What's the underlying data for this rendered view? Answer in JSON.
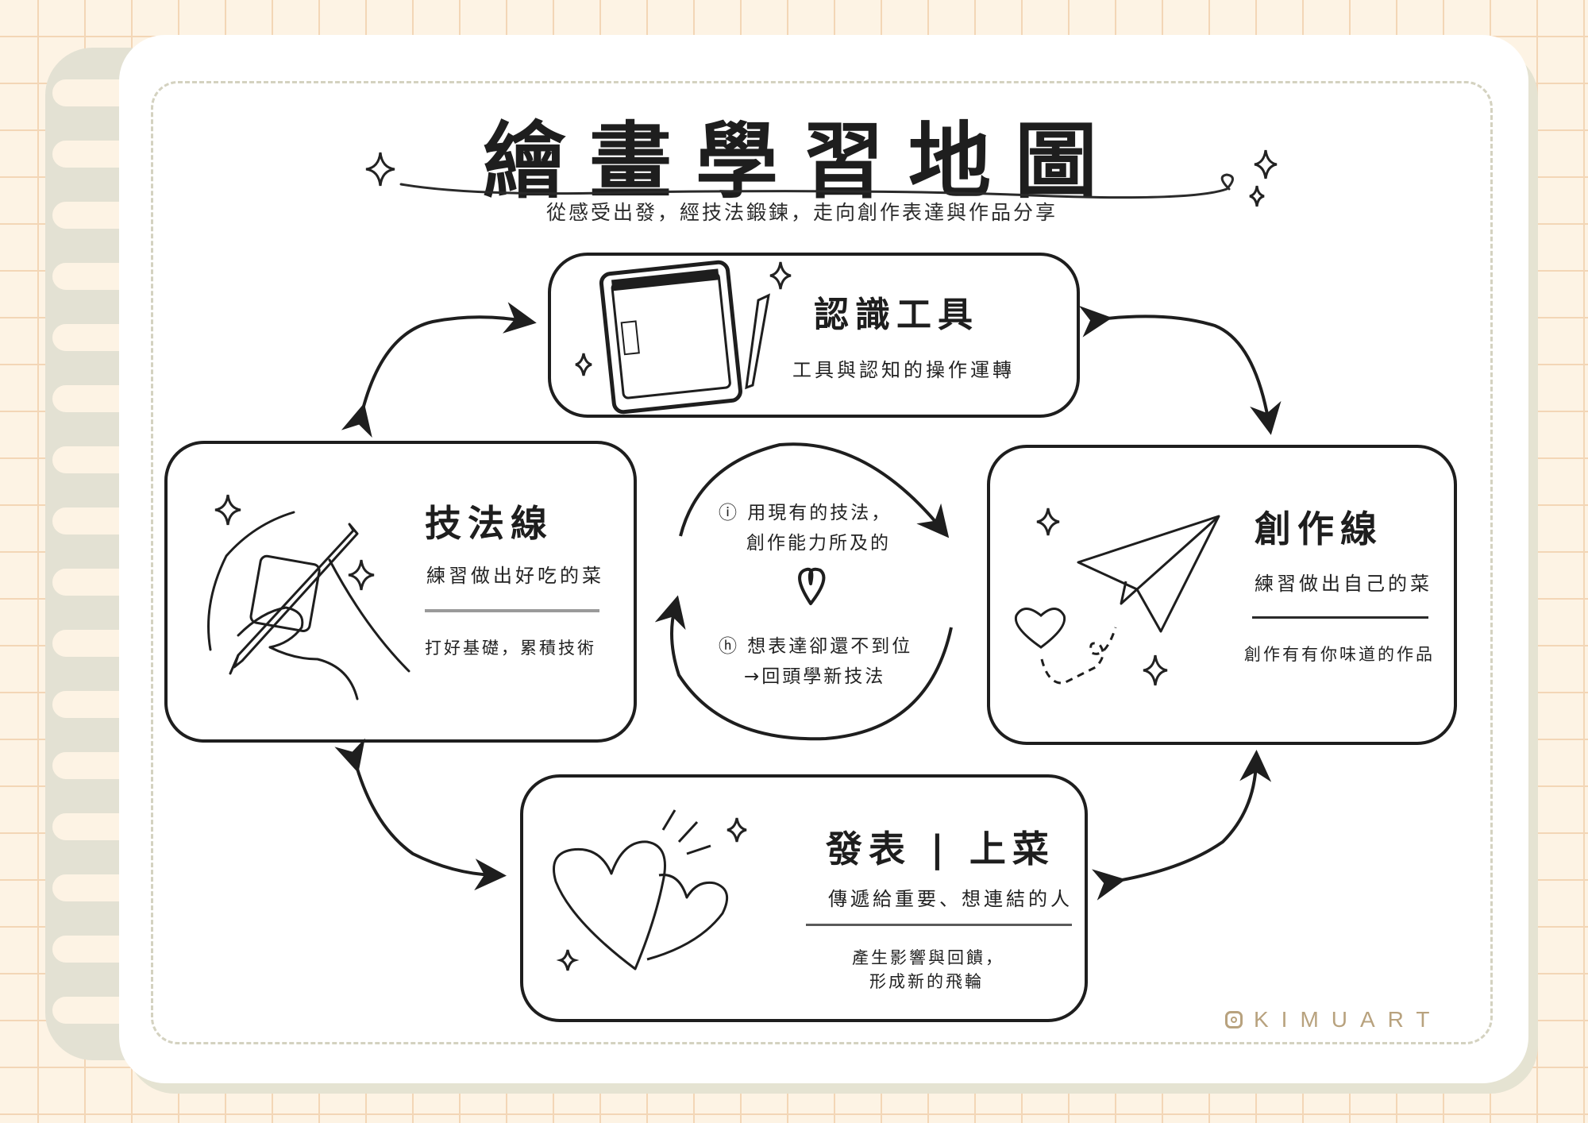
{
  "title": "繪畫學習地圖",
  "subtitle": "從感受出發，經技法鍛鍊，走向創作表達與作品分享",
  "tools": {
    "title": "認識工具",
    "desc": "工具與認知的操作運轉"
  },
  "technique": {
    "title": "技法線",
    "desc": "練習做出好吃的菜",
    "note": "打好基礎，累積技術"
  },
  "creation": {
    "title": "創作線",
    "desc": "練習做出自己的菜",
    "note": "創作有有你味道的作品"
  },
  "publish": {
    "title": "發表 | 上菜",
    "desc": "傳遞給重要、想連結的人",
    "note_line1": "產生影響與回饋，",
    "note_line2": "形成新的飛輪"
  },
  "cycle": {
    "top_line1": "ⓘ 用現有的技法，",
    "top_line2": "創作能力所及的",
    "bottom_line1": "ⓗ 想表達卻還不到位",
    "bottom_line2": "→回頭學新技法"
  },
  "brand": "KIMUART",
  "icons": [
    "sparkle-icon",
    "tablet-icon",
    "pen-icon",
    "hand-drawing-icon",
    "paper-plane-icon",
    "heart-icon",
    "double-heart-icon",
    "instagram-icon"
  ]
}
